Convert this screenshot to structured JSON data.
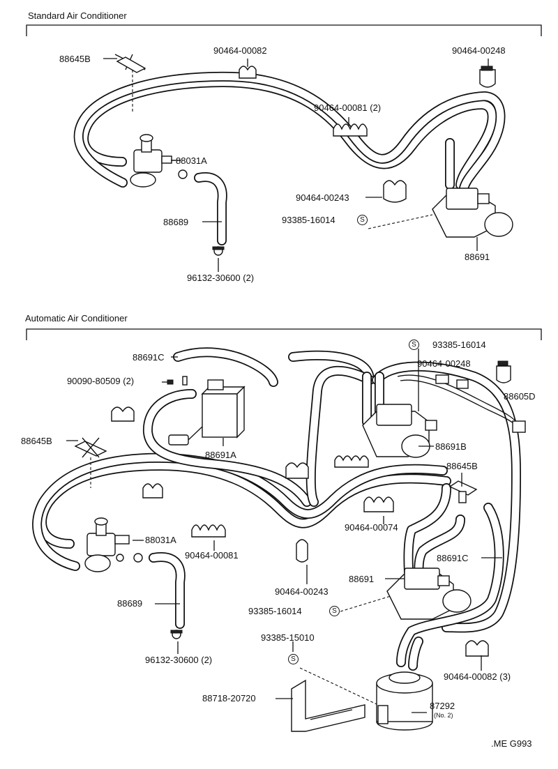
{
  "sections": {
    "standard": "Standard Air Conditioner",
    "automatic": "Automatic Air Conditioner"
  },
  "standard_labels": {
    "p88645B": "88645B",
    "p90464_00082": "90464-00082",
    "p90464_00248": "90464-00248",
    "p90464_00081": "90464-00081 (2)",
    "p88031A": "88031A",
    "p90464_00243": "90464-00243",
    "p93385_16014": "93385-16014",
    "p88689": "88689",
    "p88691": "88691",
    "p96132_30600": "96132-30600 (2)"
  },
  "automatic_labels": {
    "p88691C_top": "88691C",
    "p93385_16014_top": "93385-16014",
    "p90090_80509": "90090-80509 (2)",
    "p90464_00248": "90464-00248",
    "p88605D": "88605D",
    "p88645B_left": "88645B",
    "p88691B": "88691B",
    "p88691A": "88691A",
    "p88645B_right": "88645B",
    "p90464_00074": "90464-00074",
    "p88031A": "88031A",
    "p90464_00081": "90464-00081",
    "p88691C_right": "88691C",
    "p88691": "88691",
    "p90464_00243": "90464-00243",
    "p93385_16014_mid": "93385-16014",
    "p88689": "88689",
    "p96132_30600": "96132-30600 (2)",
    "p93385_15010": "93385-15010",
    "p90464_00082": "90464-00082 (3)",
    "p88718_20720": "88718-20720",
    "p87292": "87292",
    "p87292_sub": "(No. 2)"
  },
  "s_symbol": "S",
  "footer_code": ".ME G993"
}
